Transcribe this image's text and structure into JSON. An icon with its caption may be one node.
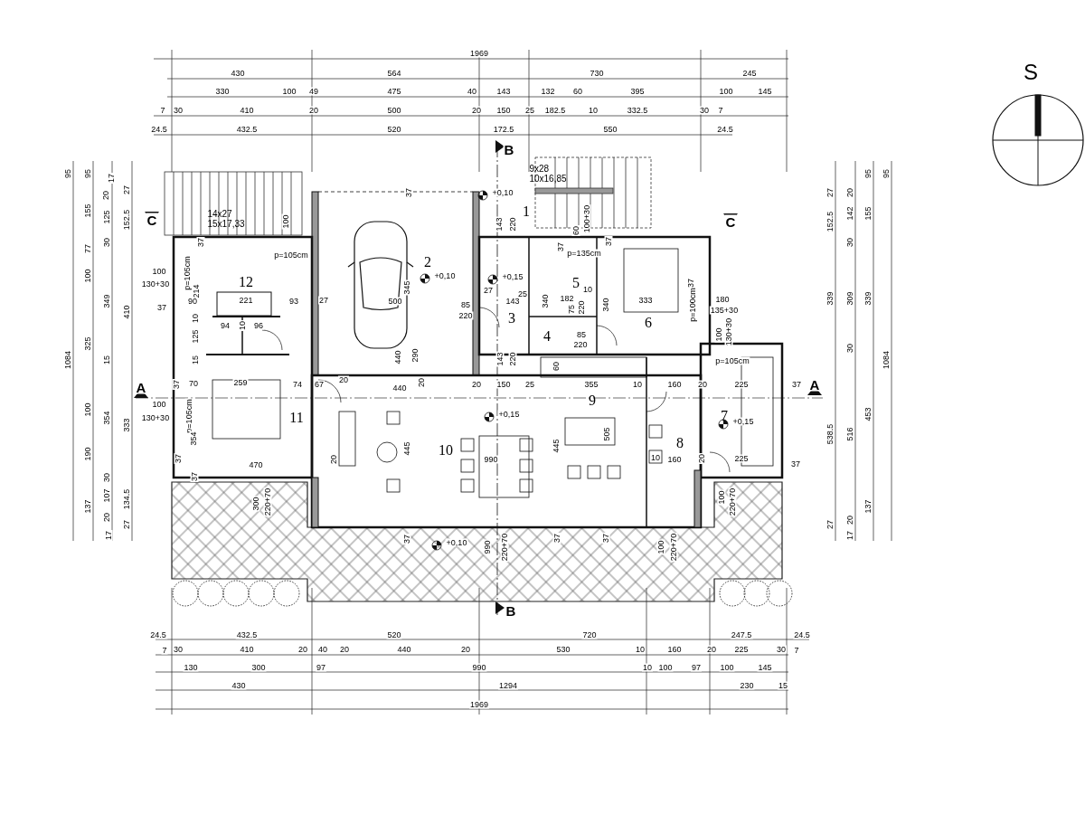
{
  "diagram": {
    "nodes": [
      {
        "text": [
          "1"
        ]
      },
      {
        "text": [
          "2"
        ]
      },
      {
        "text": [
          "3"
        ]
      },
      {
        "text": [
          "4"
        ]
      },
      {
        "text": [
          "5"
        ]
      },
      {
        "text": [
          "6"
        ]
      },
      {
        "text": [
          "7"
        ]
      },
      {
        "text": [
          "8"
        ]
      },
      {
        "text": [
          "9"
        ]
      },
      {
        "text": [
          "10"
        ]
      },
      {
        "text": [
          "11"
        ]
      },
      {
        "text": [
          "12"
        ]
      },
      {
        "text": [
          "14x27",
          "15x17,33"
        ]
      },
      {
        "text": [
          "9x28",
          "10x16,85"
        ]
      }
    ],
    "labels": [
      "1969",
      "430",
      "564",
      "730",
      "245",
      "330",
      "100",
      "49",
      "475",
      "40",
      "143",
      "132",
      "60",
      "395",
      "100",
      "145",
      "7",
      "30",
      "410",
      "20",
      "500",
      "20",
      "150",
      "25",
      "182.5",
      "10",
      "332.5",
      "30",
      "7",
      "24.5",
      "432.5",
      "520",
      "172.5",
      "550",
      "24.5",
      "S",
      "95",
      "95",
      "17",
      "27",
      "20",
      "155",
      "125",
      "152.5",
      "30",
      "77",
      "100",
      "349",
      "410",
      "325",
      "1084",
      "15",
      "100",
      "354",
      "333",
      "190",
      "30",
      "107",
      "134.5",
      "137",
      "20",
      "27",
      "17",
      "95",
      "95",
      "27",
      "20",
      "142",
      "155",
      "152.5",
      "30",
      "339",
      "309",
      "339",
      "30",
      "1084",
      "453",
      "538.5",
      "516",
      "137",
      "20",
      "27",
      "17",
      "24.5",
      "432.5",
      "520",
      "720",
      "247.5",
      "24.5",
      "7",
      "30",
      "410",
      "20",
      "40",
      "20",
      "440",
      "20",
      "530",
      "10",
      "160",
      "20",
      "225",
      "30",
      "7",
      "130",
      "300",
      "97",
      "990",
      "10",
      "100",
      "97",
      "100",
      "145",
      "430",
      "1294",
      "230",
      "15",
      "1969",
      "C",
      "C",
      "B",
      "B",
      "A",
      "A",
      "37",
      "100",
      "37",
      "p=105cm",
      "+0,10",
      "143",
      "220",
      "60",
      "100+30",
      "37",
      "37",
      "p=135cm",
      "100",
      "130+30",
      "p=105cm",
      "214",
      "+0,10",
      "+0,15",
      "10",
      "37",
      "27",
      "25",
      "182",
      "340",
      "75",
      "220",
      "340",
      "333",
      "p=100cm",
      "180",
      "135+30",
      "221",
      "37",
      "90",
      "93",
      "27",
      "500",
      "345",
      "85",
      "220",
      "143",
      "10",
      "94",
      "10",
      "96",
      "125",
      "100",
      "130+30",
      "85",
      "220",
      "440",
      "290",
      "15",
      "143",
      "220",
      "60",
      "p=105cm",
      "37",
      "70",
      "259",
      "74",
      "67",
      "20",
      "440",
      "20",
      "20",
      "150",
      "25",
      "355",
      "10",
      "160",
      "20",
      "225",
      "37",
      "100",
      "130+30",
      "p=105cm",
      "354",
      "+0,15",
      "+0,15",
      "445",
      "445",
      "505",
      "990",
      "10",
      "160",
      "20",
      "225",
      "37",
      "37",
      "470",
      "20",
      "37",
      "300",
      "220+70",
      "100",
      "220+70",
      "37",
      "+0,10",
      "990",
      "220+70",
      "37",
      "37",
      "100",
      "220+70"
    ]
  }
}
